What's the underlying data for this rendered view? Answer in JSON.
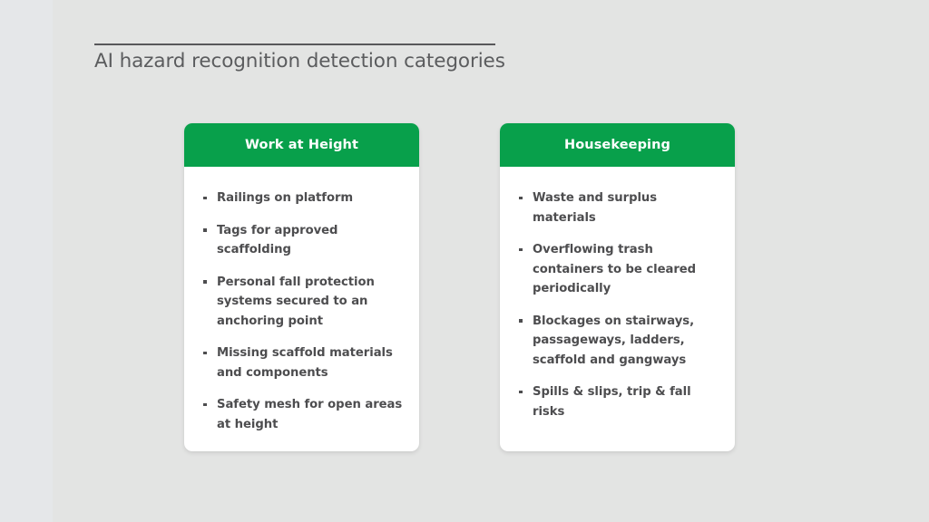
{
  "slide": {
    "title": "AI hazard recognition detection categories",
    "background_color": "#e3e4e3",
    "accent_color": "#08a04b",
    "title_color": "#5b5c5e",
    "body_text_color": "#4d4d4f"
  },
  "cards": [
    {
      "header": "Work at Height",
      "items": [
        "Railings on platform",
        "Tags for approved scaffolding",
        "Personal fall protection systems secured to an anchoring point",
        "Missing scaffold materials and components",
        "Safety mesh for open areas at height"
      ]
    },
    {
      "header": "Housekeeping",
      "items": [
        "Waste and surplus materials",
        "Overflowing trash containers to be cleared periodically",
        "Blockages on stairways, passageways, ladders, scaffold and gangways",
        "Spills & slips, trip & fall risks"
      ]
    }
  ]
}
